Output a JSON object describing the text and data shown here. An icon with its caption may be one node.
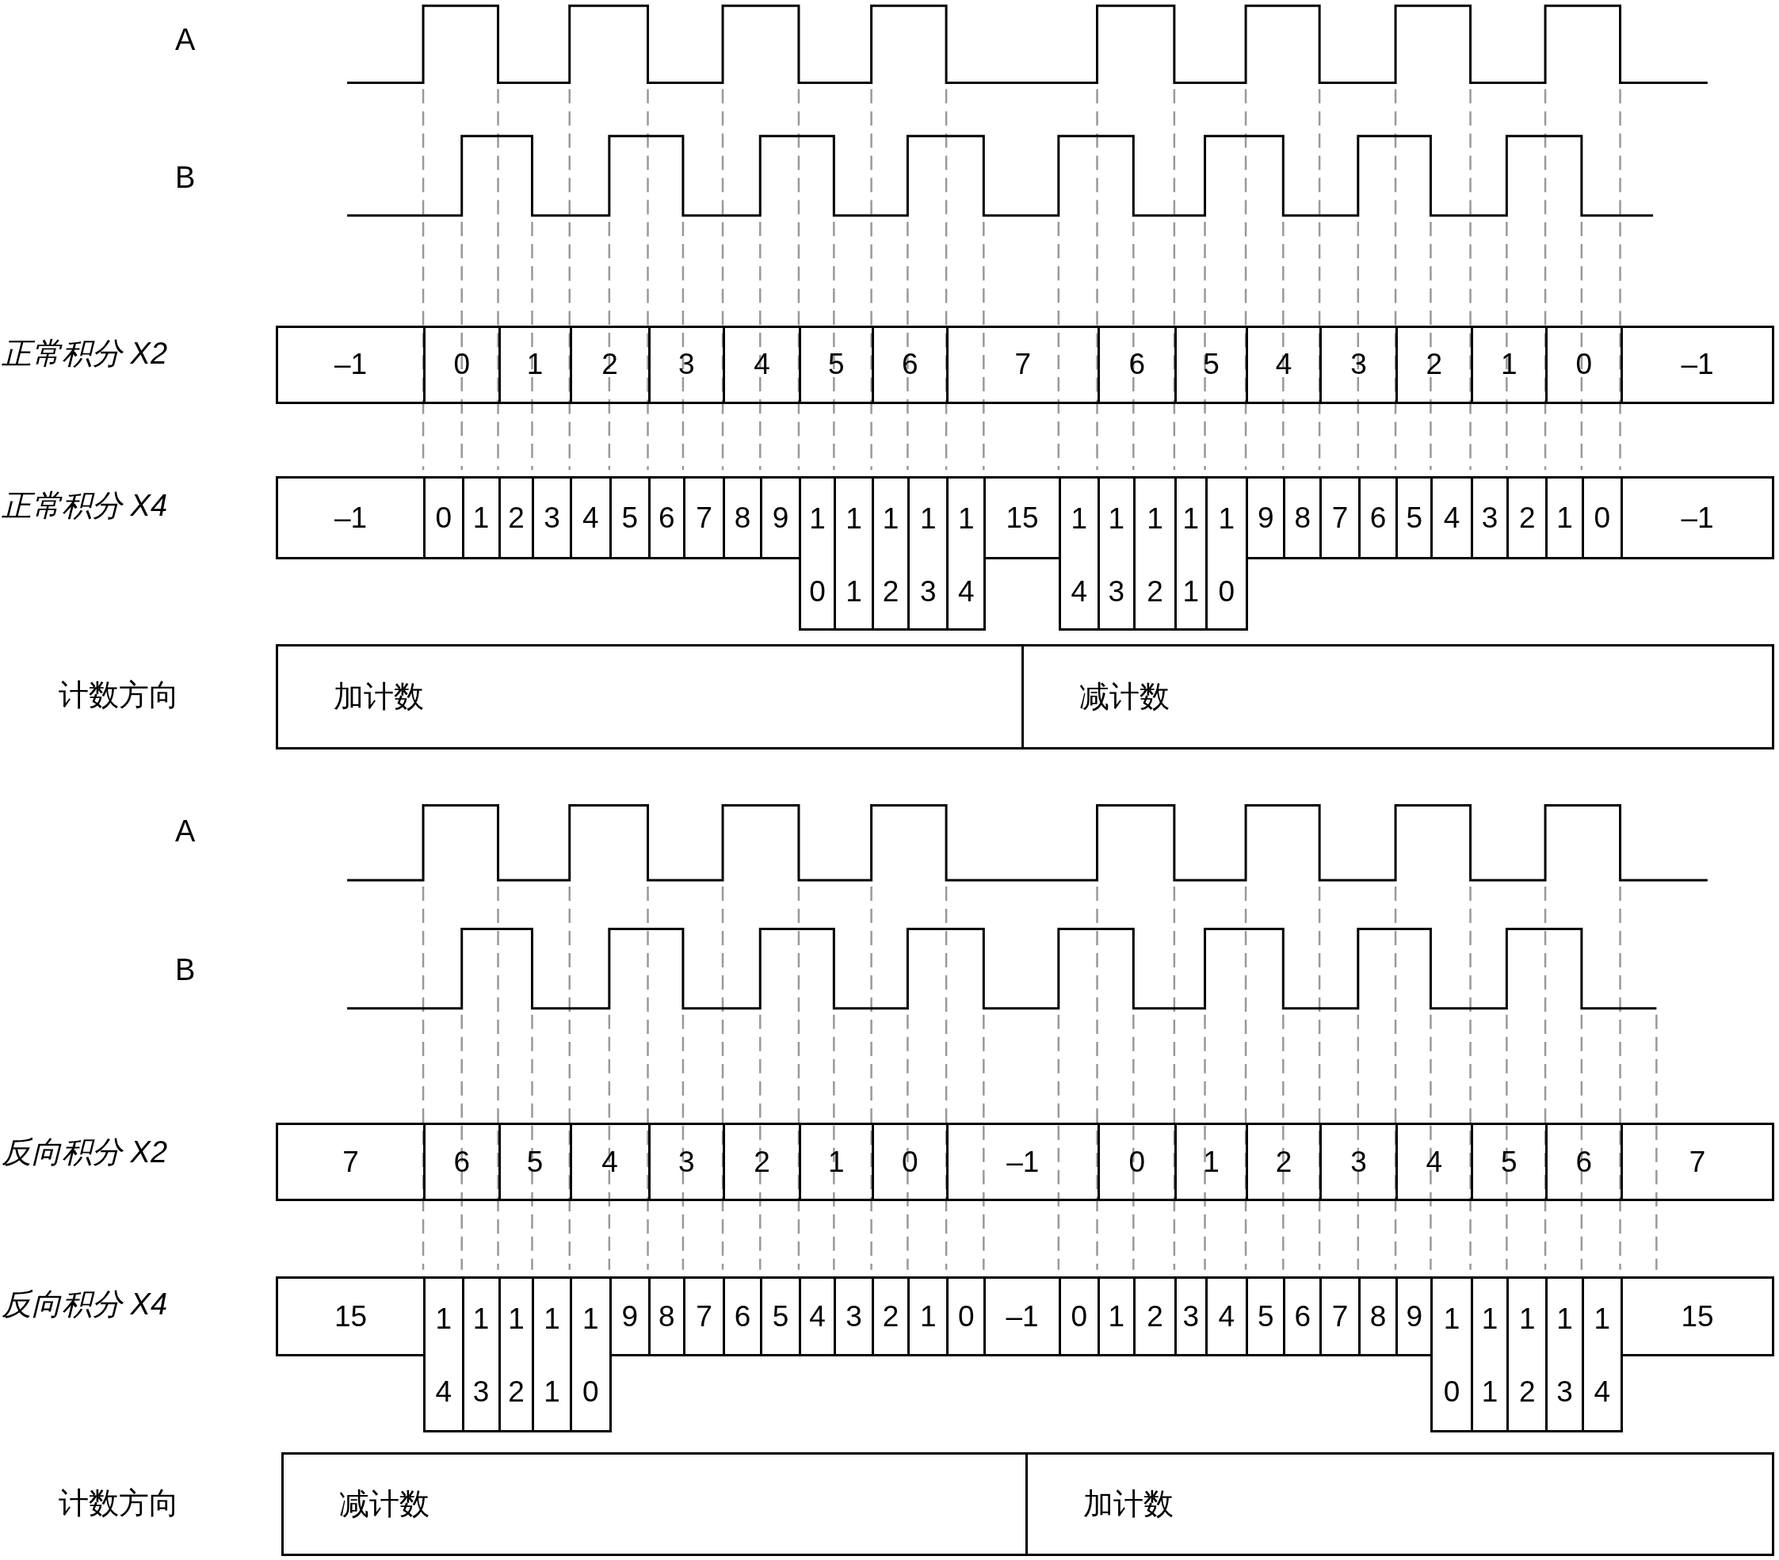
{
  "diagram": {
    "nodes": [
      {
        "text": [
          "–1"
        ]
      },
      {
        "text": [
          "0"
        ]
      },
      {
        "text": [
          "1"
        ]
      },
      {
        "text": [
          "2"
        ]
      },
      {
        "text": [
          "3"
        ]
      },
      {
        "text": [
          "4"
        ]
      },
      {
        "text": [
          "5"
        ]
      },
      {
        "text": [
          "6"
        ]
      },
      {
        "text": [
          "7"
        ]
      },
      {
        "text": [
          "6"
        ]
      },
      {
        "text": [
          "5"
        ]
      },
      {
        "text": [
          "4"
        ]
      },
      {
        "text": [
          "3"
        ]
      },
      {
        "text": [
          "2"
        ]
      },
      {
        "text": [
          "1"
        ]
      },
      {
        "text": [
          "0"
        ]
      },
      {
        "text": [
          "–1"
        ]
      },
      {
        "text": [
          "–1"
        ]
      },
      {
        "text": [
          "0"
        ]
      },
      {
        "text": [
          "1"
        ]
      },
      {
        "text": [
          "2"
        ]
      },
      {
        "text": [
          "3"
        ]
      },
      {
        "text": [
          "4"
        ]
      },
      {
        "text": [
          "5"
        ]
      },
      {
        "text": [
          "6"
        ]
      },
      {
        "text": [
          "7"
        ]
      },
      {
        "text": [
          "8"
        ]
      },
      {
        "text": [
          "9"
        ]
      },
      {
        "text": [
          "10"
        ]
      },
      {
        "text": [
          "11"
        ]
      },
      {
        "text": [
          "12"
        ]
      },
      {
        "text": [
          "13"
        ]
      },
      {
        "text": [
          "14"
        ]
      },
      {
        "text": [
          "15"
        ]
      },
      {
        "text": [
          "14"
        ]
      },
      {
        "text": [
          "13"
        ]
      },
      {
        "text": [
          "12"
        ]
      },
      {
        "text": [
          "11"
        ]
      },
      {
        "text": [
          "10"
        ]
      },
      {
        "text": [
          "9"
        ]
      },
      {
        "text": [
          "8"
        ]
      },
      {
        "text": [
          "7"
        ]
      },
      {
        "text": [
          "6"
        ]
      },
      {
        "text": [
          "5"
        ]
      },
      {
        "text": [
          "4"
        ]
      },
      {
        "text": [
          "3"
        ]
      },
      {
        "text": [
          "2"
        ]
      },
      {
        "text": [
          "1"
        ]
      },
      {
        "text": [
          "0"
        ]
      },
      {
        "text": [
          "–1"
        ]
      },
      {
        "text": [
          "加计数"
        ]
      },
      {
        "text": [
          "减计数"
        ]
      },
      {
        "text": [
          "7"
        ]
      },
      {
        "text": [
          "6"
        ]
      },
      {
        "text": [
          "5"
        ]
      },
      {
        "text": [
          "4"
        ]
      },
      {
        "text": [
          "3"
        ]
      },
      {
        "text": [
          "2"
        ]
      },
      {
        "text": [
          "1"
        ]
      },
      {
        "text": [
          "0"
        ]
      },
      {
        "text": [
          "–1"
        ]
      },
      {
        "text": [
          "0"
        ]
      },
      {
        "text": [
          "1"
        ]
      },
      {
        "text": [
          "2"
        ]
      },
      {
        "text": [
          "3"
        ]
      },
      {
        "text": [
          "4"
        ]
      },
      {
        "text": [
          "5"
        ]
      },
      {
        "text": [
          "6"
        ]
      },
      {
        "text": [
          "7"
        ]
      },
      {
        "text": [
          "15"
        ]
      },
      {
        "text": [
          "14"
        ]
      },
      {
        "text": [
          "13"
        ]
      },
      {
        "text": [
          "12"
        ]
      },
      {
        "text": [
          "11"
        ]
      },
      {
        "text": [
          "10"
        ]
      },
      {
        "text": [
          "9"
        ]
      },
      {
        "text": [
          "8"
        ]
      },
      {
        "text": [
          "7"
        ]
      },
      {
        "text": [
          "6"
        ]
      },
      {
        "text": [
          "5"
        ]
      },
      {
        "text": [
          "4"
        ]
      },
      {
        "text": [
          "3"
        ]
      },
      {
        "text": [
          "2"
        ]
      },
      {
        "text": [
          "1"
        ]
      },
      {
        "text": [
          "0"
        ]
      },
      {
        "text": [
          "–1"
        ]
      },
      {
        "text": [
          "0"
        ]
      },
      {
        "text": [
          "1"
        ]
      },
      {
        "text": [
          "2"
        ]
      },
      {
        "text": [
          "3"
        ]
      },
      {
        "text": [
          "4"
        ]
      },
      {
        "text": [
          "5"
        ]
      },
      {
        "text": [
          "6"
        ]
      },
      {
        "text": [
          "7"
        ]
      },
      {
        "text": [
          "8"
        ]
      },
      {
        "text": [
          "9"
        ]
      },
      {
        "text": [
          "10"
        ]
      },
      {
        "text": [
          "11"
        ]
      },
      {
        "text": [
          "12"
        ]
      },
      {
        "text": [
          "13"
        ]
      },
      {
        "text": [
          "14"
        ]
      },
      {
        "text": [
          "15"
        ]
      },
      {
        "text": [
          "减计数"
        ]
      },
      {
        "text": [
          "加计数"
        ]
      }
    ],
    "labels": [
      "A",
      "B",
      "正常积分 X2",
      "正常积分 X4",
      "计数方向",
      "A",
      "B",
      "反向积分 X2",
      "反向积分 X4",
      "计数方向"
    ]
  }
}
